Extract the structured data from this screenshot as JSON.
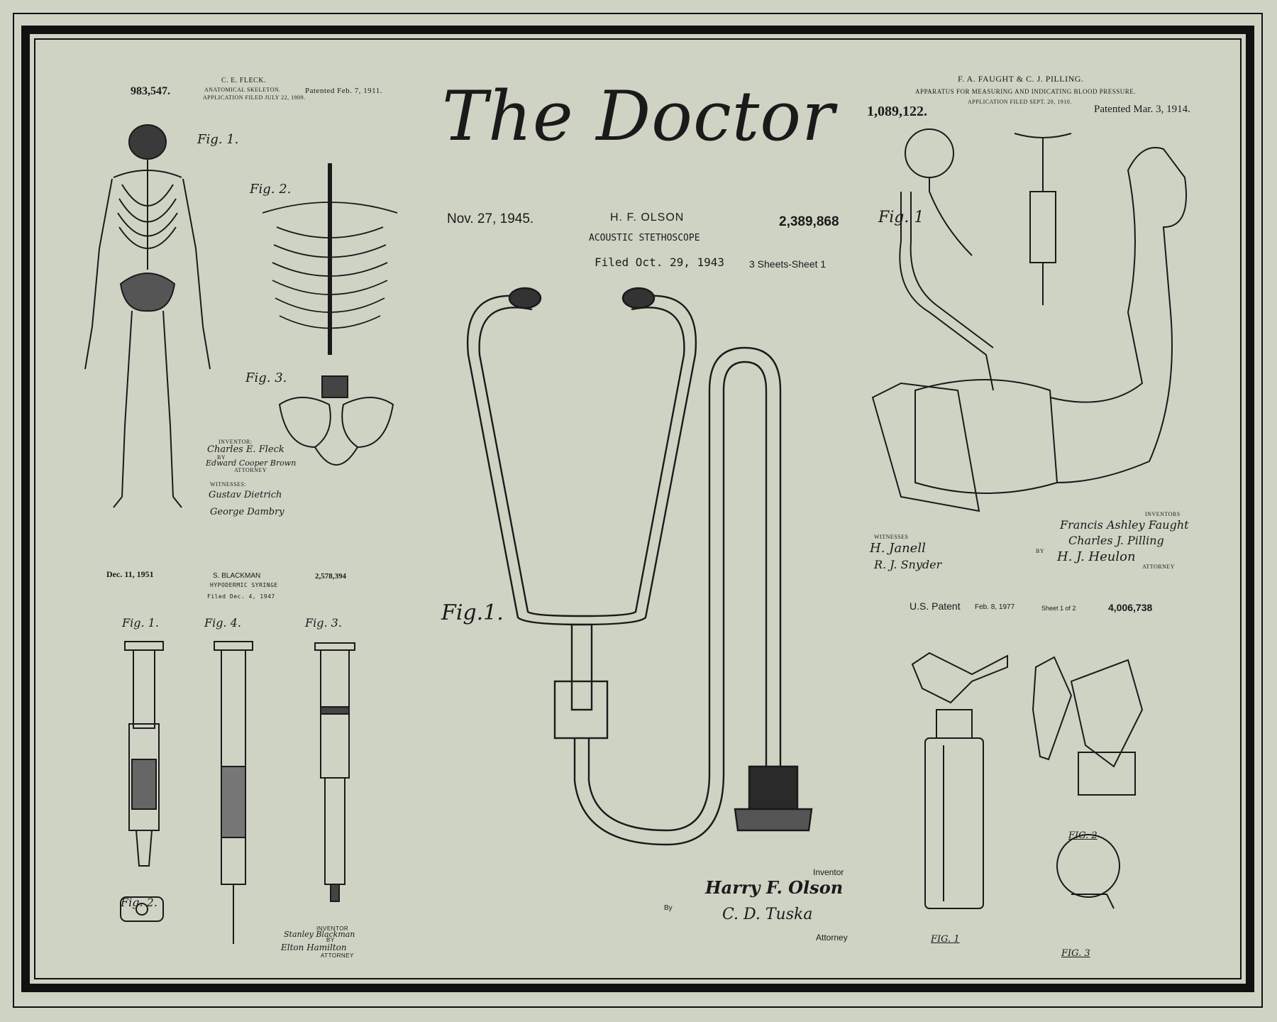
{
  "title": "The Doctor",
  "skeleton": {
    "number": "983,547.",
    "inventor": "C. E. FLECK.",
    "name": "ANATOMICAL SKELETON.",
    "filed": "APPLICATION FILED JULY 22, 1909.",
    "patented": "Patented Feb. 7, 1911.",
    "fig1": "Fig. 1.",
    "fig2": "Fig. 2.",
    "fig3": "Fig. 3.",
    "inventor_label": "INVENTOR:",
    "inventor_sig": "Charles E. Fleck",
    "by": "BY",
    "attorney_sig": "Edward Cooper Brown",
    "attorney_label": "ATTORNEY",
    "witnesses_label": "WITNESSES:",
    "witness1": "Gustav Dietrich",
    "witness2": "George Dambry"
  },
  "stethoscope": {
    "date": "Nov. 27, 1945.",
    "inventor": "H. F. OLSON",
    "number": "2,389,868",
    "name": "ACOUSTIC STETHOSCOPE",
    "filed": "Filed Oct. 29, 1943",
    "sheets": "3 Sheets-Sheet 1",
    "fig": "Fig.1.",
    "inventor_label": "Inventor",
    "inventor_sig": "Harry F. Olson",
    "by": "By",
    "attorney_sig": "C. D. Tuska",
    "attorney_label": "Attorney"
  },
  "bp": {
    "inventors_line": "F. A. FAUGHT & C. J. PILLING.",
    "name": "APPARATUS FOR MEASURING AND INDICATING BLOOD PRESSURE.",
    "filed": "APPLICATION FILED SEPT. 20, 1910.",
    "number": "1,089,122.",
    "patented": "Patented Mar. 3, 1914.",
    "fig": "Fig. 1",
    "inventors_label": "INVENTORS",
    "inventor_sig1": "Francis Ashley Faught",
    "inventor_sig2": "Charles J. Pilling",
    "by": "BY",
    "attorney_sig": "H. J. Heulon",
    "attorney_label": "ATTORNEY",
    "witnesses_label": "WITNESSES",
    "witness1": "H. Janell",
    "witness2": "R. J. Snyder"
  },
  "syringe": {
    "date": "Dec. 11, 1951",
    "inventor": "S. BLACKMAN",
    "number": "2,578,394",
    "name": "HYPODERMIC SYRINGE",
    "filed": "Filed Dec. 4, 1947",
    "fig1": "Fig. 1.",
    "fig2": "Fig. 2.",
    "fig3": "Fig. 3.",
    "fig4": "Fig. 4.",
    "inventor_label": "INVENTOR",
    "inventor_sig": "Stanley Blackman",
    "by": "BY",
    "attorney_sig": "Elton Hamilton",
    "attorney_label": "ATTORNEY"
  },
  "otoscope": {
    "patent_label": "U.S. Patent",
    "date": "Feb. 8, 1977",
    "sheet": "Sheet 1 of 2",
    "number": "4,006,738",
    "fig1": "FIG. 1",
    "fig2": "FIG. 2",
    "fig3": "FIG. 3"
  }
}
